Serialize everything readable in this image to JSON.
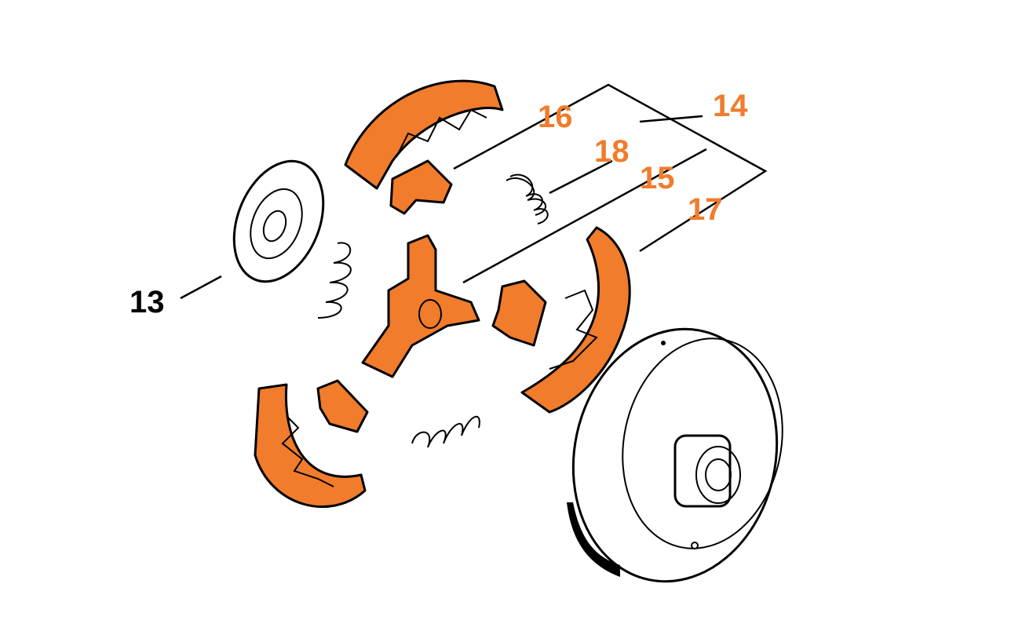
{
  "colors": {
    "accent": "#F07C2C",
    "outline": "#000000",
    "background": "#FFFFFF",
    "label_black": "#000000"
  },
  "labels": {
    "part_13": "13",
    "part_14": "14",
    "part_15": "15",
    "part_16": "16",
    "part_17": "17",
    "part_18": "18"
  }
}
